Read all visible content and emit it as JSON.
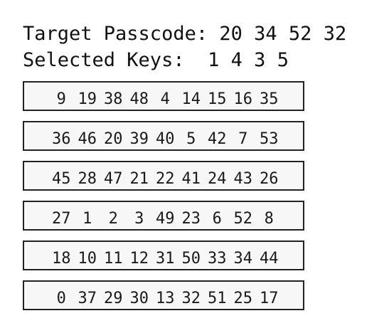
{
  "header": {
    "target_label": "Target Passcode:",
    "target_code": [
      "20",
      "34",
      "52",
      "32"
    ],
    "selected_label": "Selected Keys:",
    "selected_keys": [
      "1",
      "4",
      "3",
      "5"
    ]
  },
  "rows": [
    [
      "9",
      "19",
      "38",
      "48",
      "4",
      "14",
      "15",
      "16",
      "35"
    ],
    [
      "36",
      "46",
      "20",
      "39",
      "40",
      "5",
      "42",
      "7",
      "53"
    ],
    [
      "45",
      "28",
      "47",
      "21",
      "22",
      "41",
      "24",
      "43",
      "26"
    ],
    [
      "27",
      "1",
      "2",
      "3",
      "49",
      "23",
      "6",
      "52",
      "8"
    ],
    [
      "18",
      "10",
      "11",
      "12",
      "31",
      "50",
      "33",
      "34",
      "44"
    ],
    [
      "0",
      "37",
      "29",
      "30",
      "13",
      "32",
      "51",
      "25",
      "17"
    ]
  ]
}
